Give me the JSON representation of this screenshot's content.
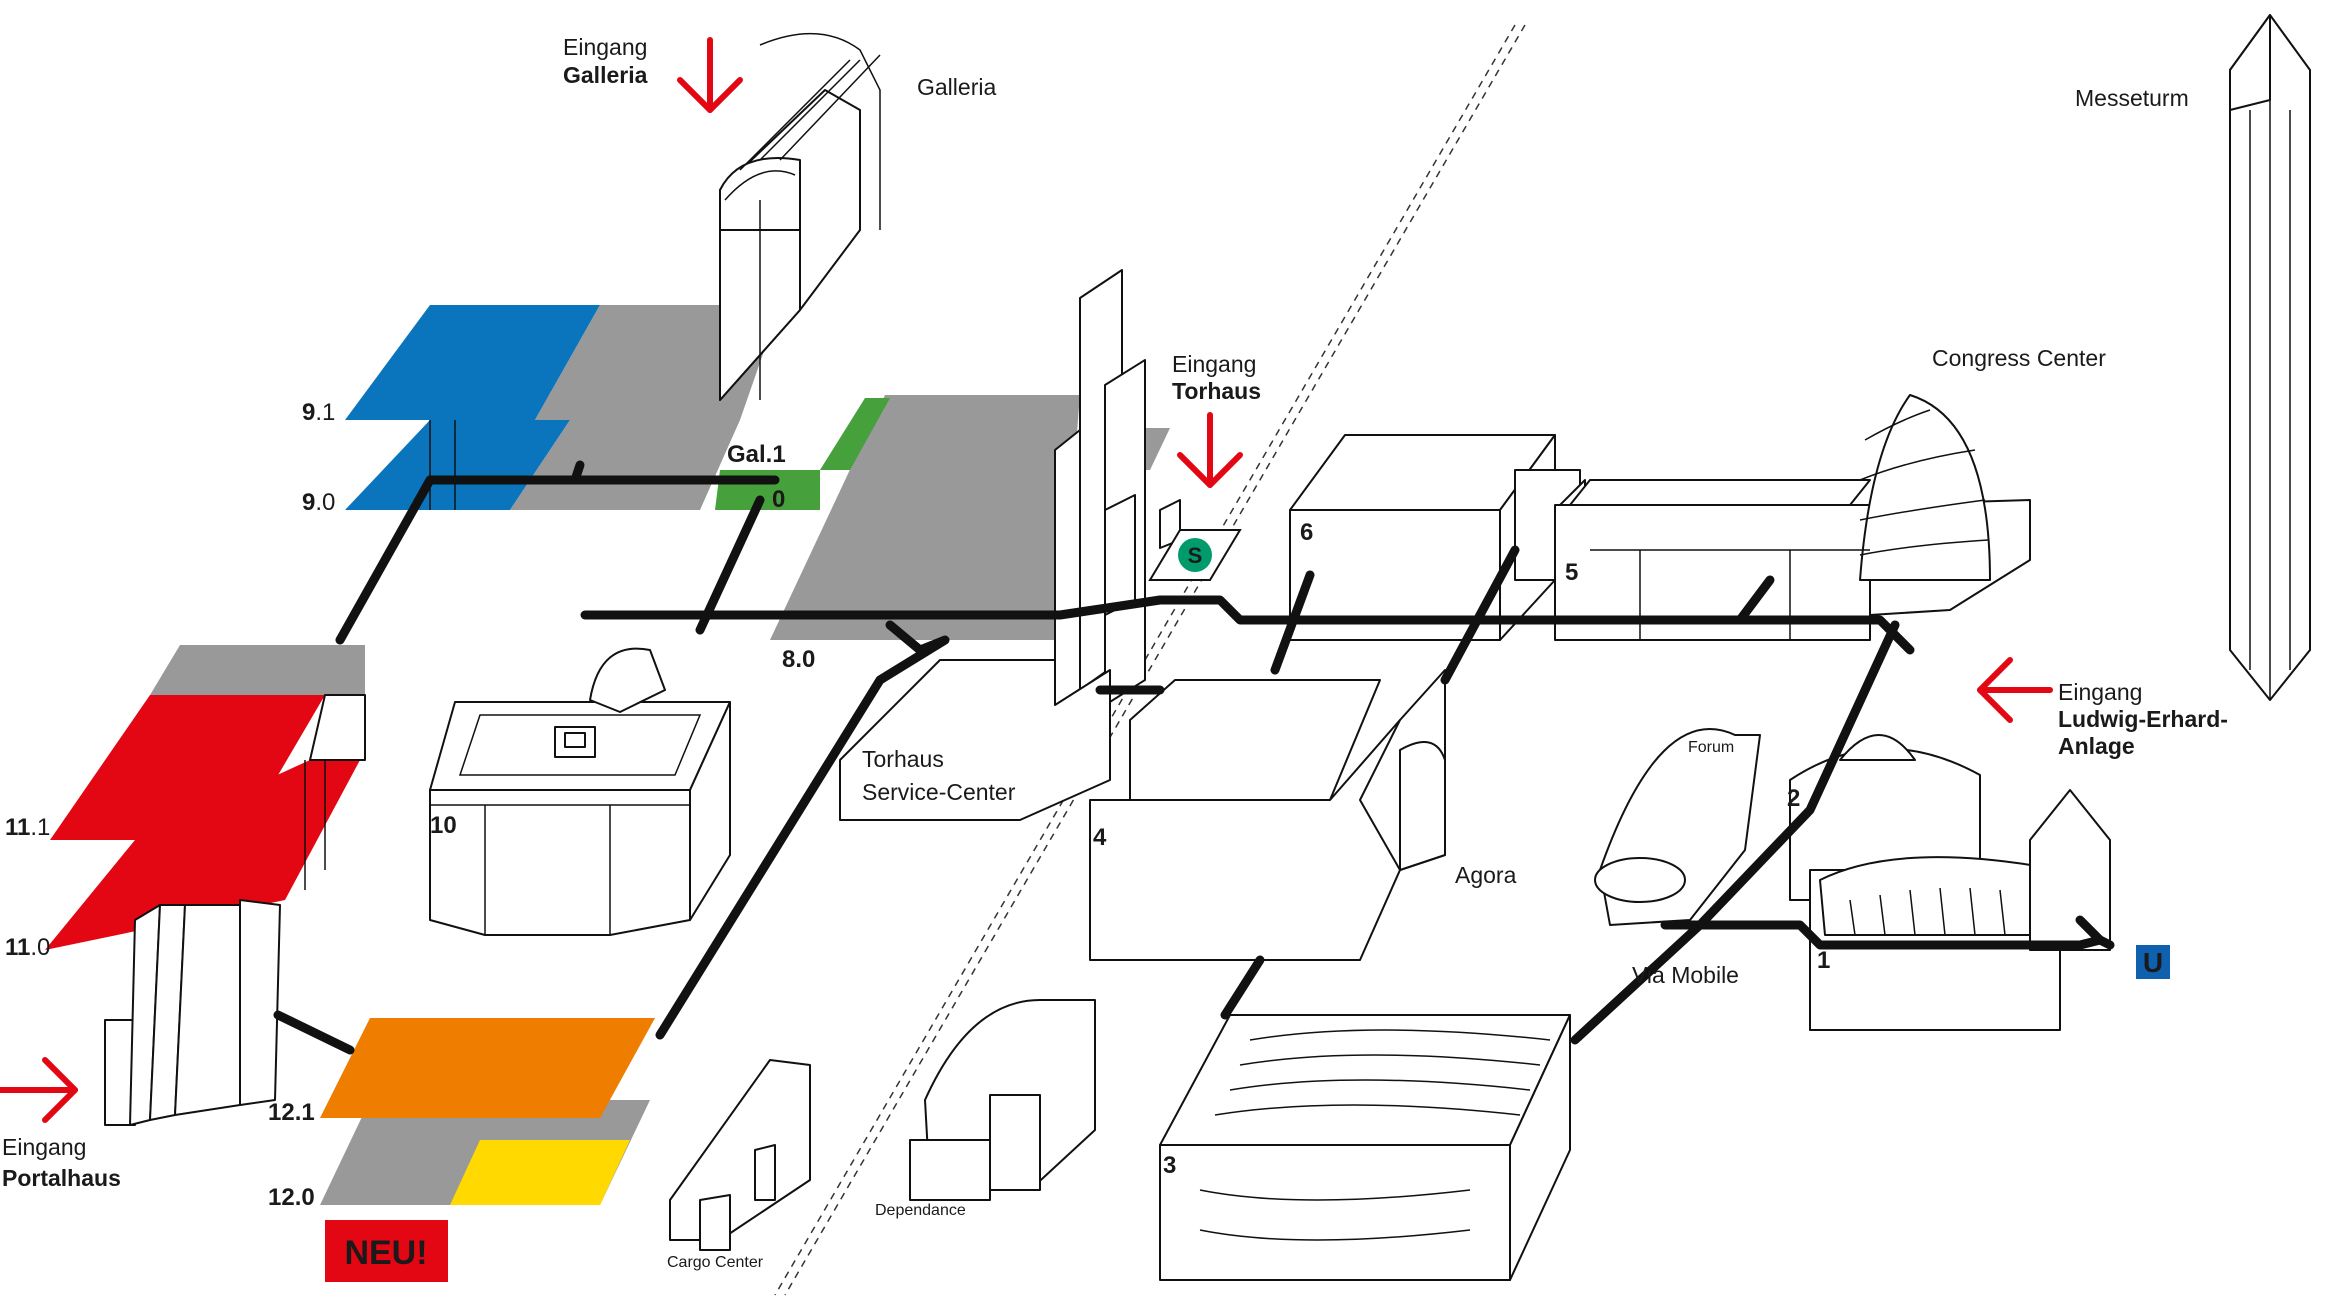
{
  "colors": {
    "hall9_blue": "#0a74bd",
    "hall11_red": "#e30613",
    "hall12_orange": "#ee7d00",
    "hall12_yellow": "#ffd900",
    "gallery_green": "#46a03c",
    "gray": "#999999",
    "walkway": "#111111",
    "entrance_arrow": "#e30613",
    "sbahn_green": "#009a6b",
    "ubahn_blue": "#1060b0",
    "new_badge": "#e30613"
  },
  "entrances": [
    {
      "line1": "Eingang",
      "line2": "Galleria",
      "icon": "arrow-down-icon"
    },
    {
      "line1": "Eingang",
      "line2": "Torhaus",
      "icon": "arrow-down-icon"
    },
    {
      "line1": "Eingang",
      "line2": "Ludwig-Erhard-",
      "line3": "Anlage",
      "icon": "arrow-left-icon"
    },
    {
      "line1": "Eingang",
      "line2": "Portalhaus",
      "icon": "arrow-right-icon"
    }
  ],
  "buildings": {
    "galleria": "Galleria",
    "messeturm": "Messeturm",
    "congress": "Congress Center",
    "torhaus_service_1": "Torhaus",
    "torhaus_service_2": "Service-Center",
    "agora": "Agora",
    "via_mobile": "Via Mobile",
    "forum": "Forum",
    "dependance": "Dependance",
    "cargo": "Cargo Center"
  },
  "halls": {
    "h9_1": {
      "num": "9",
      "level": ".1"
    },
    "h9_0": {
      "num": "9",
      "level": ".0"
    },
    "h11_1": {
      "num": "11",
      "level": ".1"
    },
    "h11_0": {
      "num": "11",
      "level": ".0"
    },
    "h12_1": "12.1",
    "h12_0": "12.0",
    "gal1": "Gal.1",
    "gal0": "0",
    "h8": "8.0",
    "h10": "10",
    "h6": "6",
    "h5": "5",
    "h4": "4",
    "h3": "3",
    "h2": "2",
    "h1": "1"
  },
  "transit": {
    "sbahn": "S",
    "ubahn": "U"
  },
  "badge": "NEU!"
}
